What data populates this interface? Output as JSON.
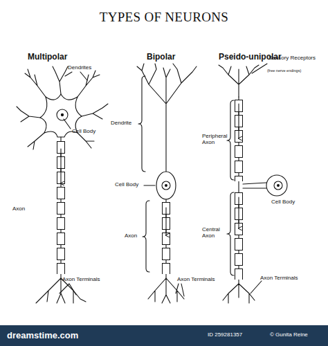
{
  "diagram": {
    "title": "TYPES OF NEURONS",
    "labels": [
      "Multipolar",
      "Bipolar",
      "Pseido-unipolar",
      "Dendrites",
      "Cell Body",
      "Axon",
      "Axon Terminals",
      "Dendrite",
      "Cell Body",
      "Axon",
      "Axon Terminals",
      "Sensory Receptors",
      "(free nerve endings)",
      "Peripheral Axon",
      "Central Axon",
      "Cell Body",
      "Axon Terminals",
      "dreamstime.com",
      "ID 259281357",
      "© Gunita Reine"
    ]
  }
}
